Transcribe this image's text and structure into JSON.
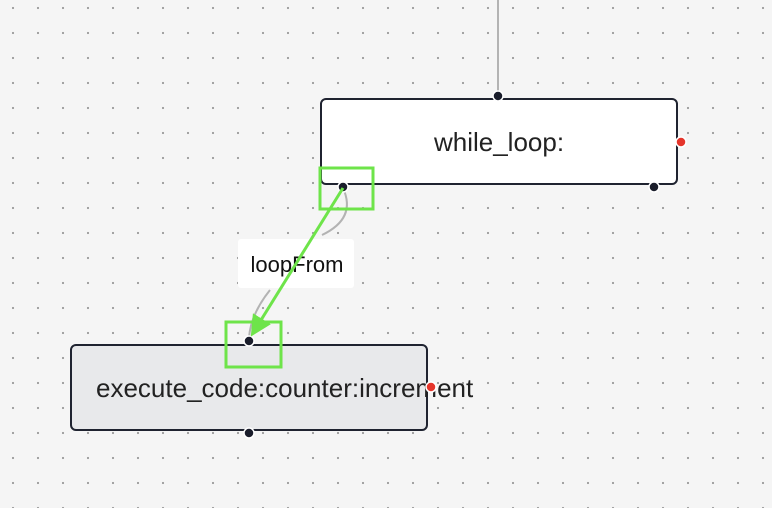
{
  "diagram": {
    "nodes": [
      {
        "id": "while_loop",
        "label": "while_loop:",
        "selected": false
      },
      {
        "id": "execute_code",
        "label": "execute_code:counter:increment",
        "selected": true
      }
    ],
    "edges": [
      {
        "from": "while_loop",
        "to": "execute_code",
        "label": "loopFrom"
      }
    ]
  },
  "colors": {
    "background": "#f5f5f5",
    "grid_dot": "#9a9a9a",
    "node_fill": "#ffffff",
    "node_fill_selected": "#e8e9eb",
    "node_border": "#1f2330",
    "handle": "#1a1d2b",
    "handle_error": "#e5352b",
    "edge": "#b3b3b3",
    "highlight": "#6ee44a"
  }
}
